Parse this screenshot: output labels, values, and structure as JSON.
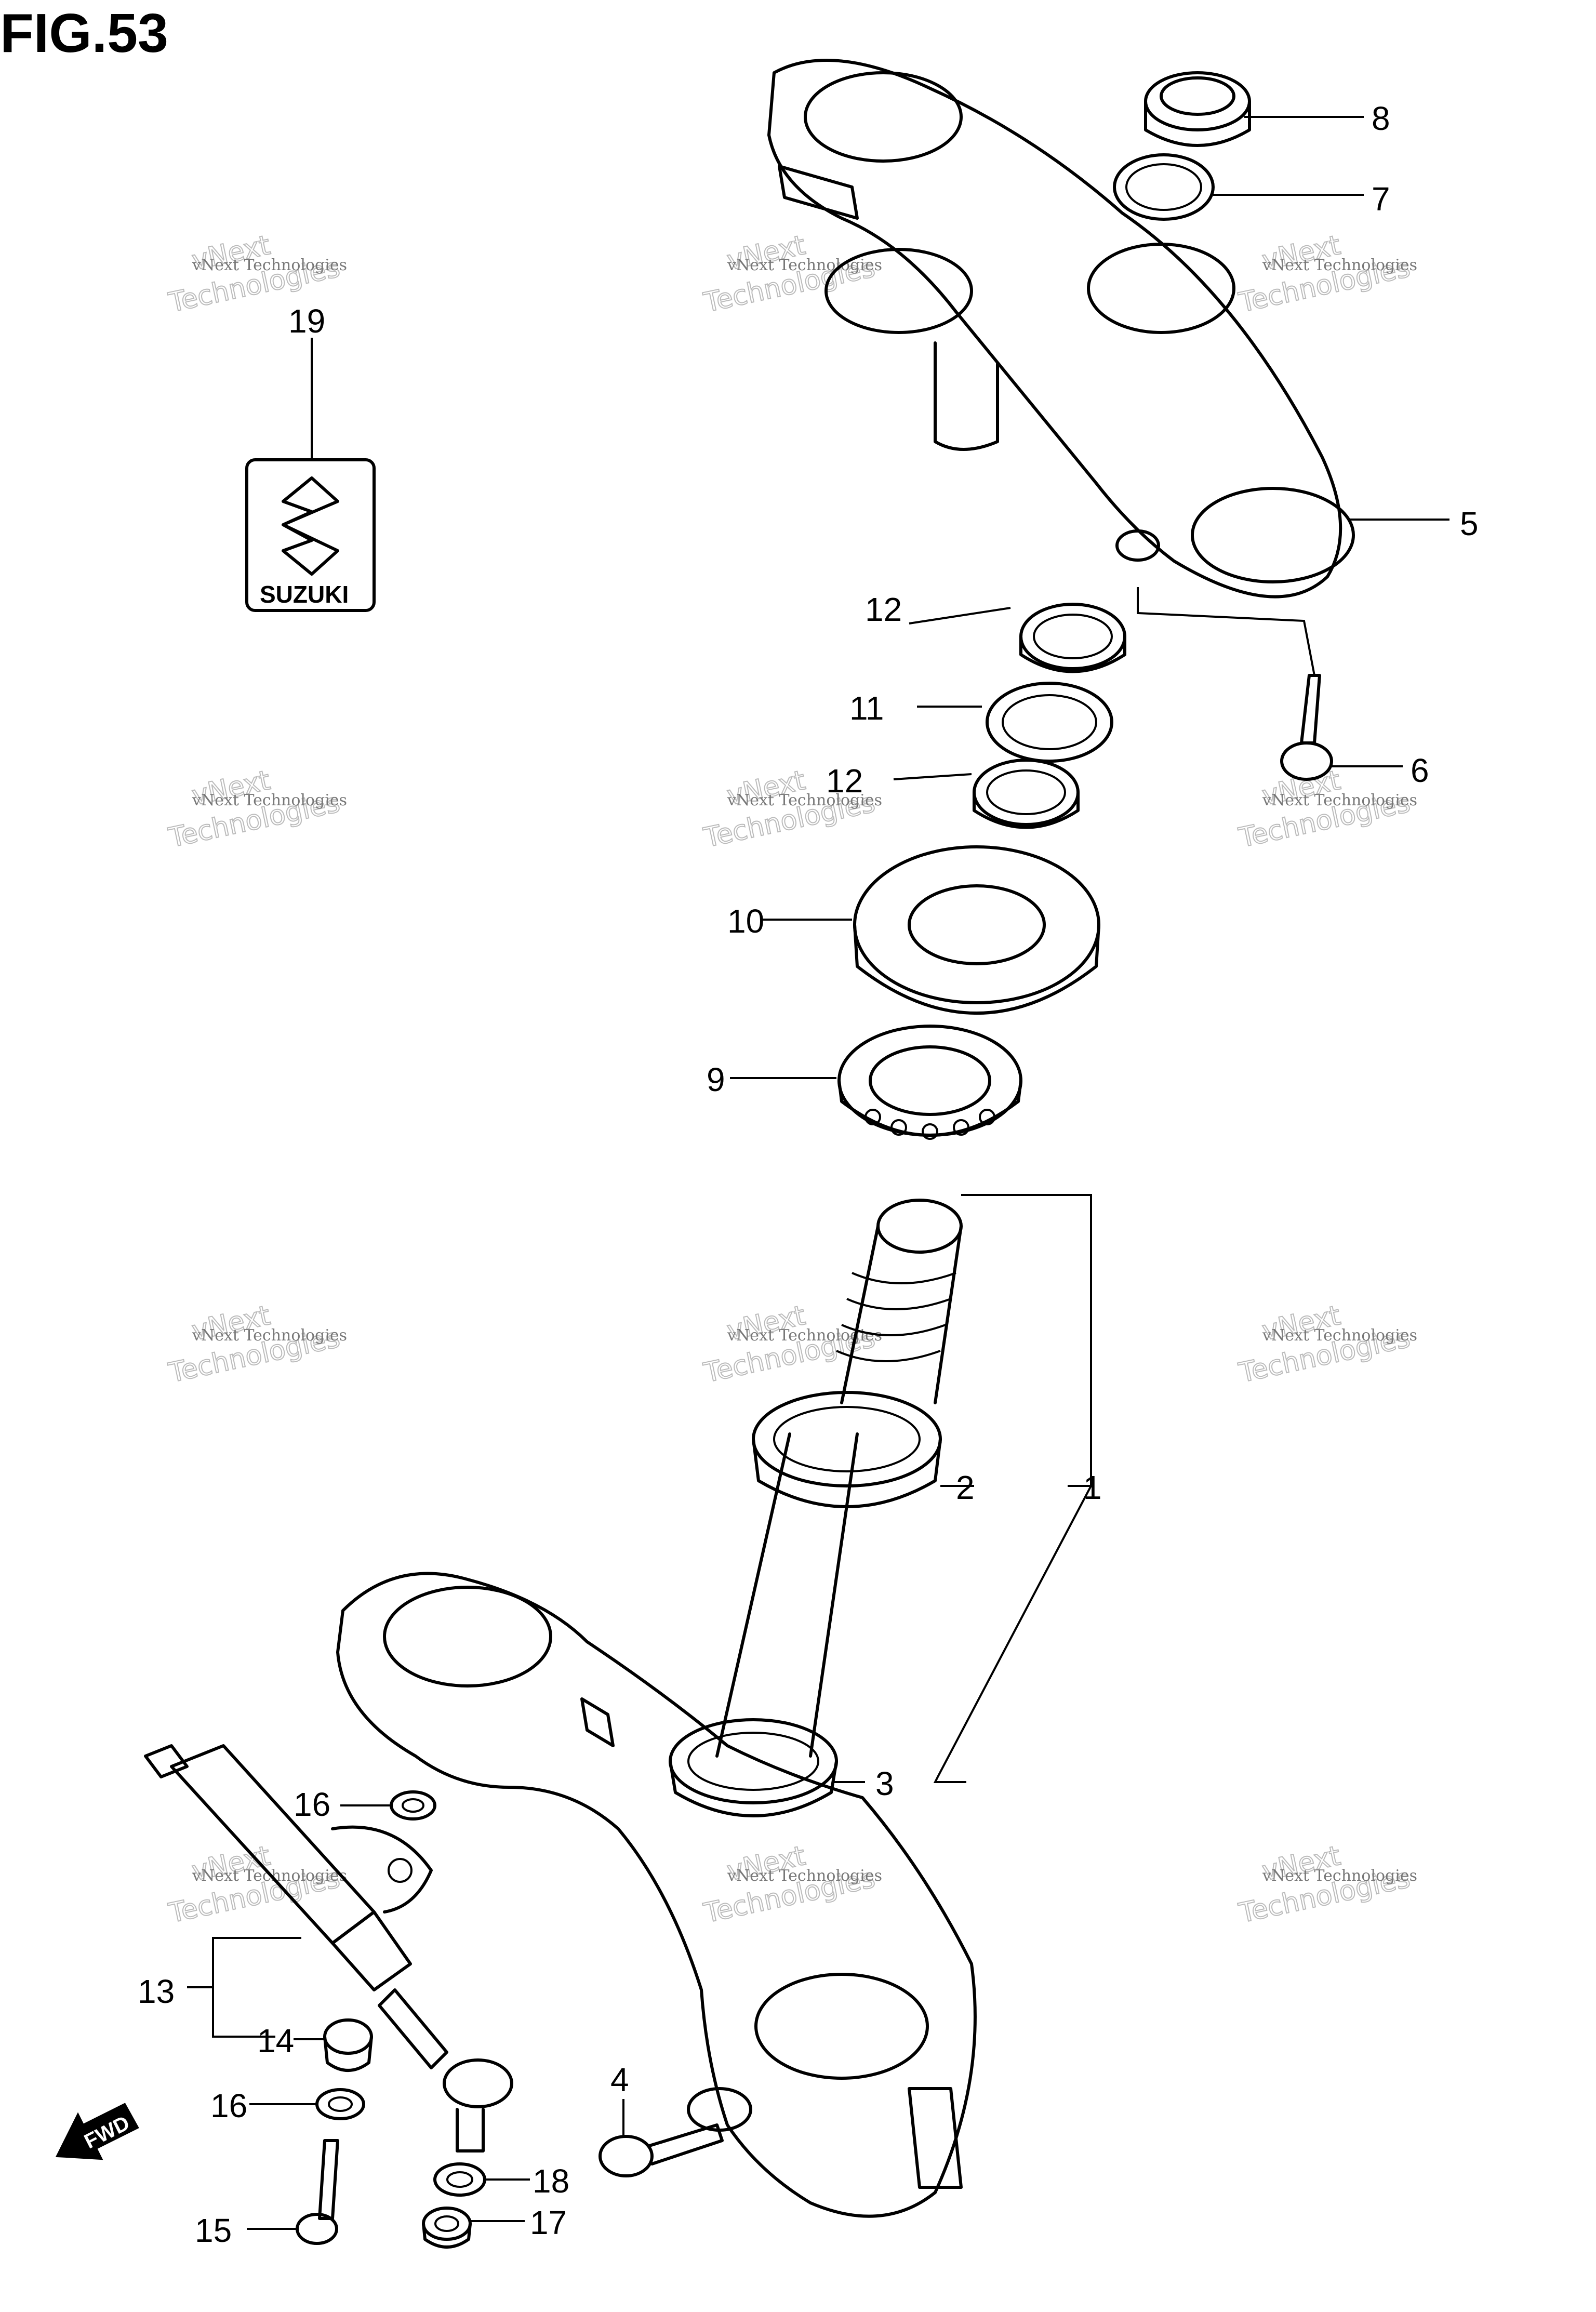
{
  "figure": {
    "title": "FIG.53"
  },
  "callouts": [
    {
      "id": "c1",
      "label": "1"
    },
    {
      "id": "c2",
      "label": "2"
    },
    {
      "id": "c3",
      "label": "3"
    },
    {
      "id": "c4",
      "label": "4"
    },
    {
      "id": "c5",
      "label": "5"
    },
    {
      "id": "c6",
      "label": "6"
    },
    {
      "id": "c7",
      "label": "7"
    },
    {
      "id": "c8",
      "label": "8"
    },
    {
      "id": "c9",
      "label": "9"
    },
    {
      "id": "c10",
      "label": "10"
    },
    {
      "id": "c11",
      "label": "11"
    },
    {
      "id": "c12a",
      "label": "12"
    },
    {
      "id": "c12b",
      "label": "12"
    },
    {
      "id": "c13",
      "label": "13"
    },
    {
      "id": "c14",
      "label": "14"
    },
    {
      "id": "c15",
      "label": "15"
    },
    {
      "id": "c16a",
      "label": "16"
    },
    {
      "id": "c16b",
      "label": "16"
    },
    {
      "id": "c17",
      "label": "17"
    },
    {
      "id": "c18",
      "label": "18"
    },
    {
      "id": "c19",
      "label": "19"
    }
  ],
  "emblem": {
    "brand_text": "SUZUKI",
    "icon": "suzuki-s-logo-icon"
  },
  "direction_marker": {
    "text": "FWD",
    "icon": "forward-arrow-icon"
  },
  "watermark": {
    "line1": "vNext Technologies",
    "line2": "vNext",
    "line3": "Technologies"
  },
  "colors": {
    "ink": "#000000",
    "background": "#ffffff",
    "watermark": "#bbbbbb"
  }
}
